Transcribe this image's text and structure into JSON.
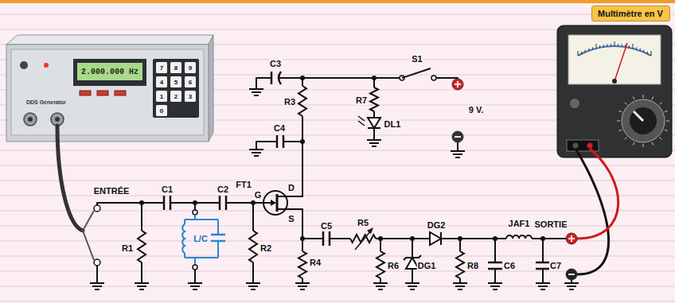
{
  "diagram": {
    "nodes": [
      {
        "text": [
          "2.000.000 Hz",
          "DDS Generator"
        ]
      },
      {
        "text": [
          "Multimètre en V"
        ]
      }
    ],
    "labels": [
      "7",
      "8",
      "9",
      "4",
      "5",
      "6",
      "1",
      "2",
      "3",
      "0",
      "C3",
      "S1",
      "R3",
      "R7",
      "DL1",
      "9 V.",
      "C4",
      "FT1",
      "G",
      "D",
      "S",
      "ENTRÉE",
      "C1",
      "C2",
      "C5",
      "R5",
      "DG2",
      "JAF1",
      "SORTIE",
      "R1",
      "L/C",
      "R2",
      "R4",
      "R6",
      "DG1",
      "R8",
      "C6",
      "C7"
    ]
  }
}
